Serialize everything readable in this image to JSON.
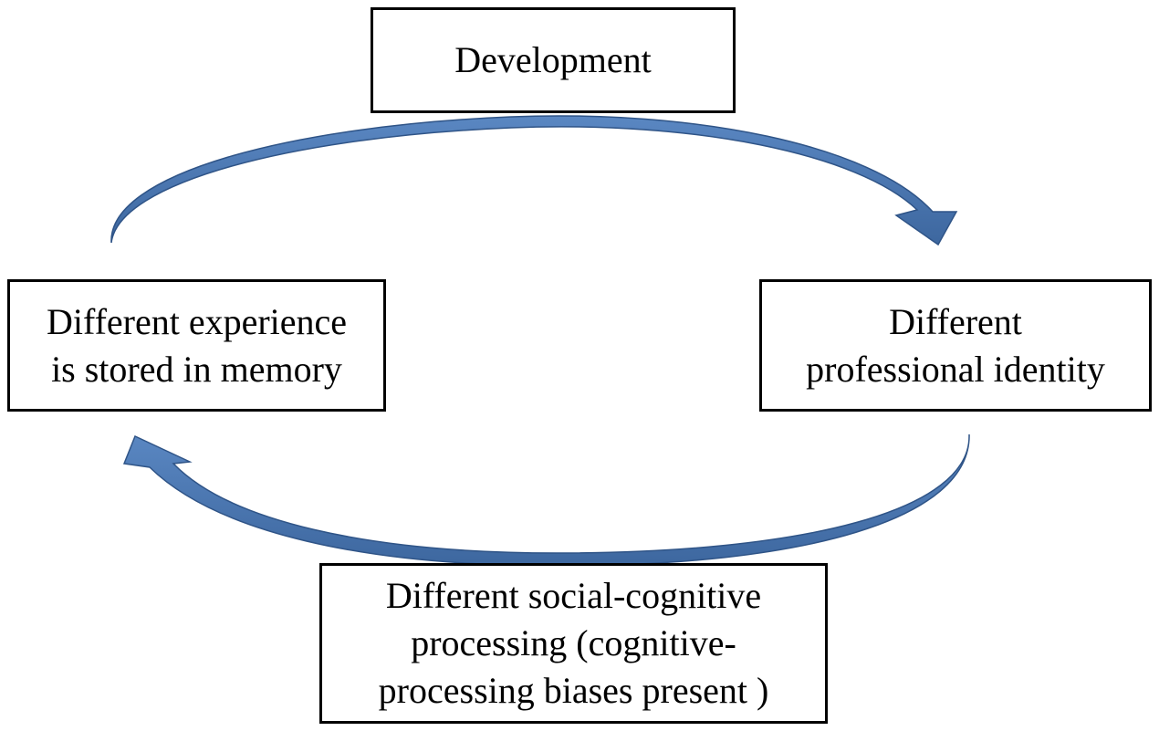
{
  "diagram": {
    "nodes": {
      "development": {
        "lines": [
          "Development"
        ]
      },
      "memory": {
        "lines": [
          "Different experience",
          "is stored in memory"
        ]
      },
      "identity": {
        "lines": [
          "Different",
          "professional identity"
        ]
      },
      "processing": {
        "lines": [
          "Different social-cognitive",
          "processing (cognitive-",
          "processing biases present )"
        ]
      }
    },
    "edges": [
      {
        "from": "memory",
        "to": "identity",
        "via": "development"
      },
      {
        "from": "identity",
        "to": "memory",
        "via": "processing"
      }
    ],
    "colors": {
      "arrow_fill": "#4a76b0",
      "arrow_stroke": "#2f5487",
      "box_border": "#000000"
    }
  }
}
